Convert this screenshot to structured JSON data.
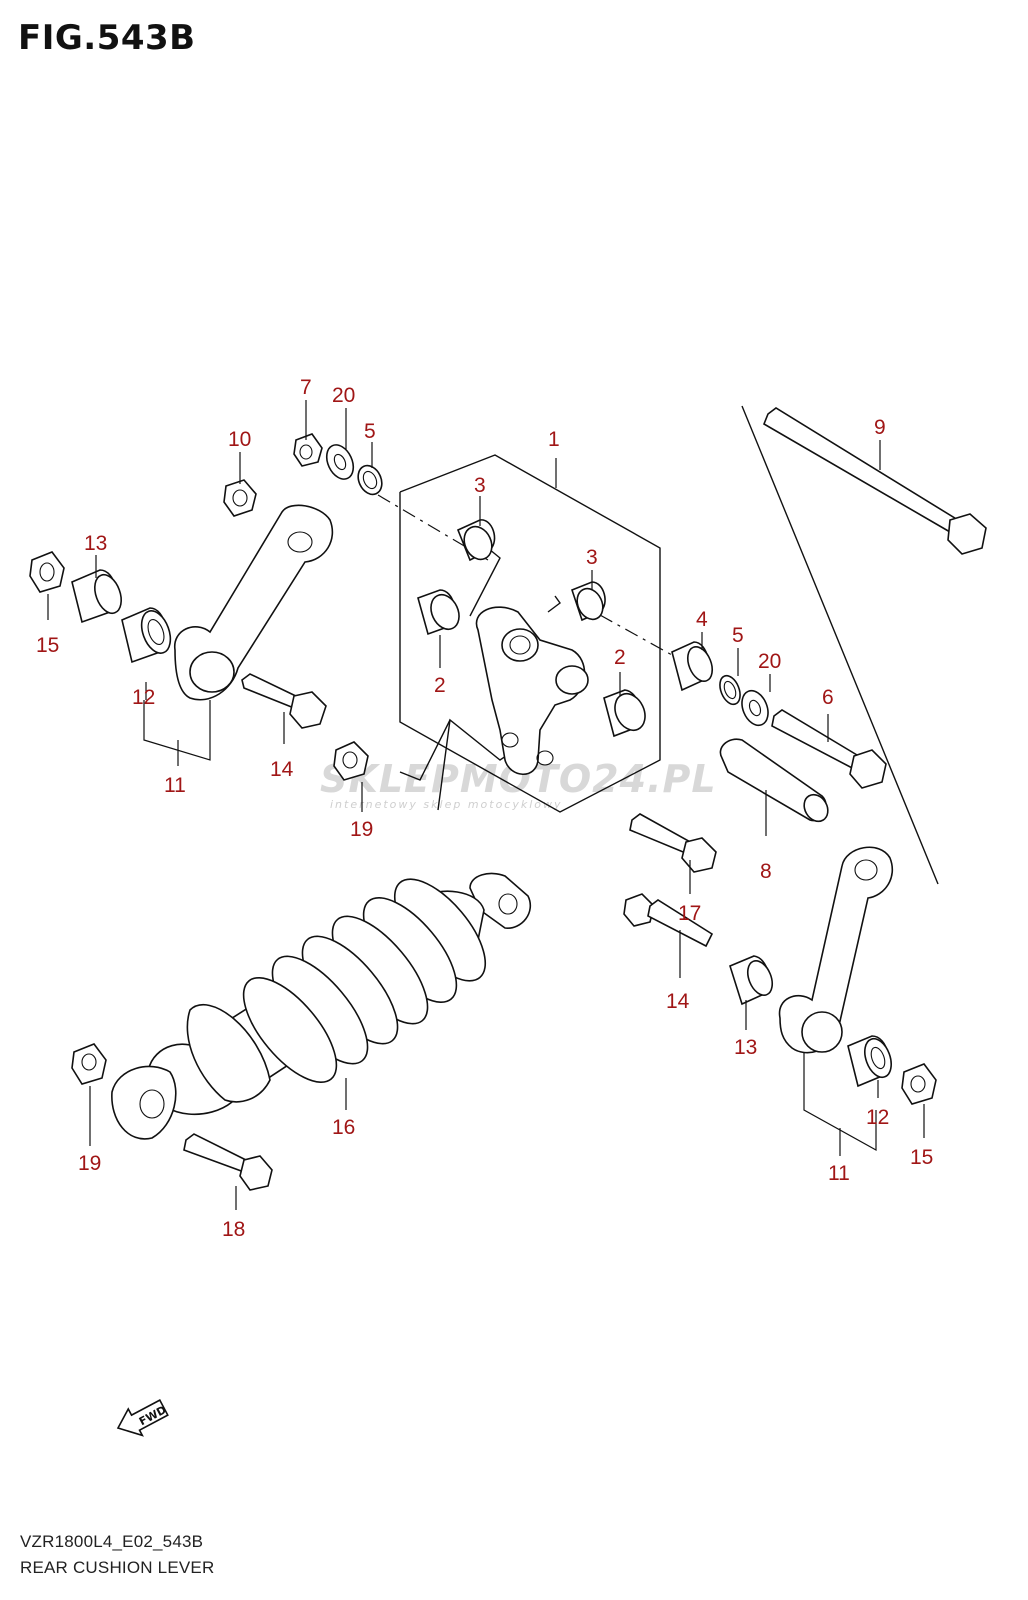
{
  "figure": {
    "title": "FIG.543B",
    "footer_code": "VZR1800L4_E02_543B",
    "footer_name": "REAR CUSHION LEVER",
    "fwd_label": "FWD"
  },
  "watermark": {
    "main": "SKLEPMOTO24.PL",
    "sub": "internetowy sklep motocyklowy"
  },
  "callouts": [
    "1",
    "2",
    "2",
    "3",
    "3",
    "4",
    "5",
    "5",
    "6",
    "7",
    "8",
    "9",
    "10",
    "11",
    "11",
    "12",
    "12",
    "13",
    "13",
    "14",
    "14",
    "15",
    "15",
    "16",
    "17",
    "18",
    "19",
    "19",
    "20",
    "20"
  ],
  "colors": {
    "callout": "#a01616",
    "line": "#111111",
    "watermark": "#d8d8d8"
  }
}
